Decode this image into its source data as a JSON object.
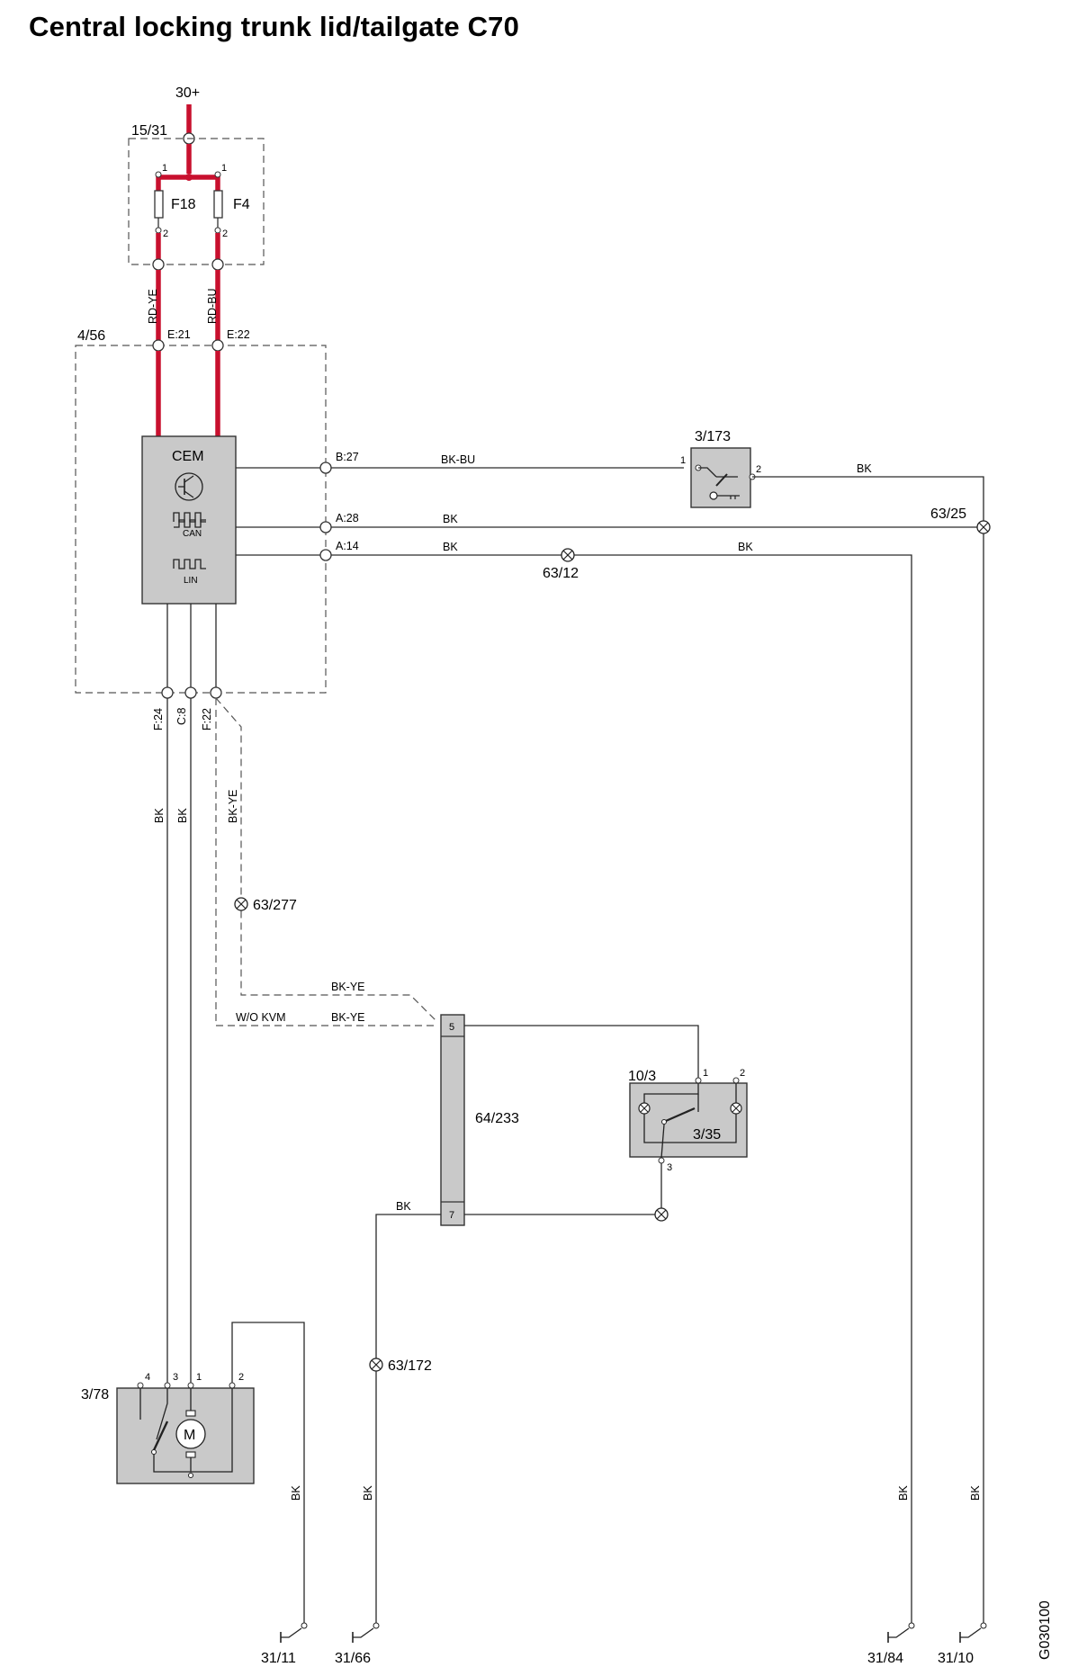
{
  "title": "Central locking trunk lid/tailgate C70",
  "figure_code": "G030100",
  "supply": "30+",
  "fuse_box": {
    "id": "15/31",
    "fuses": [
      "F18",
      "F4"
    ]
  },
  "module": {
    "id": "4/56",
    "name": "CEM",
    "can_label": "CAN",
    "lin_label": "LIN",
    "pins": {
      "e21": "E:21",
      "e22": "E:22",
      "b27": "B:27",
      "a28": "A:28",
      "a14": "A:14",
      "f24": "F:24",
      "c8": "C:8",
      "f22": "F:22"
    }
  },
  "pin_numbers": {
    "p1": "1",
    "p2": "2",
    "p3": "3",
    "p4": "4",
    "p5": "5",
    "p7": "7"
  },
  "wire_colors": {
    "rd_ye": "RD-YE",
    "rd_bu": "RD-BU",
    "bk_bu": "BK-BU",
    "bk": "BK",
    "bk_ye": "BK-YE",
    "wo_kvm": "W/O KVM"
  },
  "components": {
    "key_switch": "3/173",
    "lock_motor": "3/78",
    "motor_symbol": "M",
    "connector": "64/233",
    "switch_unit": "10/3",
    "switch_sub": "3/35"
  },
  "splices": {
    "s_63_25": "63/25",
    "s_63_12": "63/12",
    "s_63_277": "63/277",
    "s_63_172": "63/172"
  },
  "grounds": {
    "g_31_11": "31/11",
    "g_31_66": "31/66",
    "g_31_84": "31/84",
    "g_31_10": "31/10"
  },
  "colors": {
    "power_wire": "#c8102e",
    "component_fill": "#c9c9c9",
    "wire": "#2a2a2a"
  }
}
